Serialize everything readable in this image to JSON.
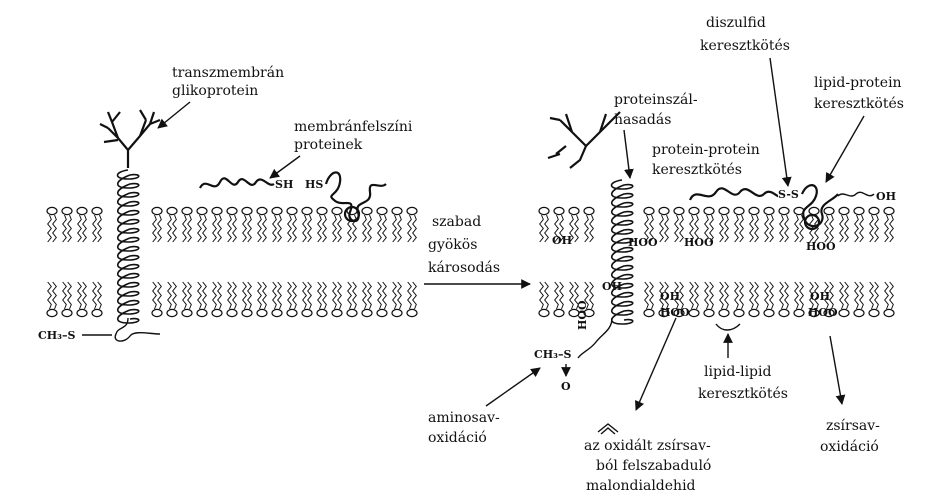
{
  "labels": {
    "transmembrane_glycoprotein_1": "transzmembrán",
    "transmembrane_glycoprotein_2": "glikoprotein",
    "surface_proteins_1": "membránfelszíni",
    "surface_proteins_2": "proteinek",
    "free_radical_1": "szabad",
    "free_radical_2": "gyökös",
    "free_radical_3": "károsodás",
    "protein_cleavage_1": "proteinszál-",
    "protein_cleavage_2": "hasadás",
    "disulfide_1": "diszulfid",
    "disulfide_2": "keresztkötés",
    "lipid_protein_1": "lipid-protein",
    "lipid_protein_2": "keresztkötés",
    "protein_protein_1": "protein-protein",
    "protein_protein_2": "keresztkötés",
    "amino_acid_ox_1": "aminosav-",
    "amino_acid_ox_2": "oxidáció",
    "lipid_lipid_1": "lipid-lipid",
    "lipid_lipid_2": "keresztkötés",
    "fatty_acid_ox_1": "zsírsav-",
    "fatty_acid_ox_2": "oxidáció",
    "malondialdehyde_1": "az oxidált zsírsav-",
    "malondialdehyde_2": "ból felszabaduló",
    "malondialdehyde_3": "malondialdehid"
  },
  "chem": {
    "sh": "SH",
    "hs": "HS",
    "ch3s_left": "CH₃–S",
    "ch3s_right": "CH₃–S",
    "o": "O",
    "ss": "S-S",
    "oh": "OH",
    "hoo": "HOO"
  }
}
